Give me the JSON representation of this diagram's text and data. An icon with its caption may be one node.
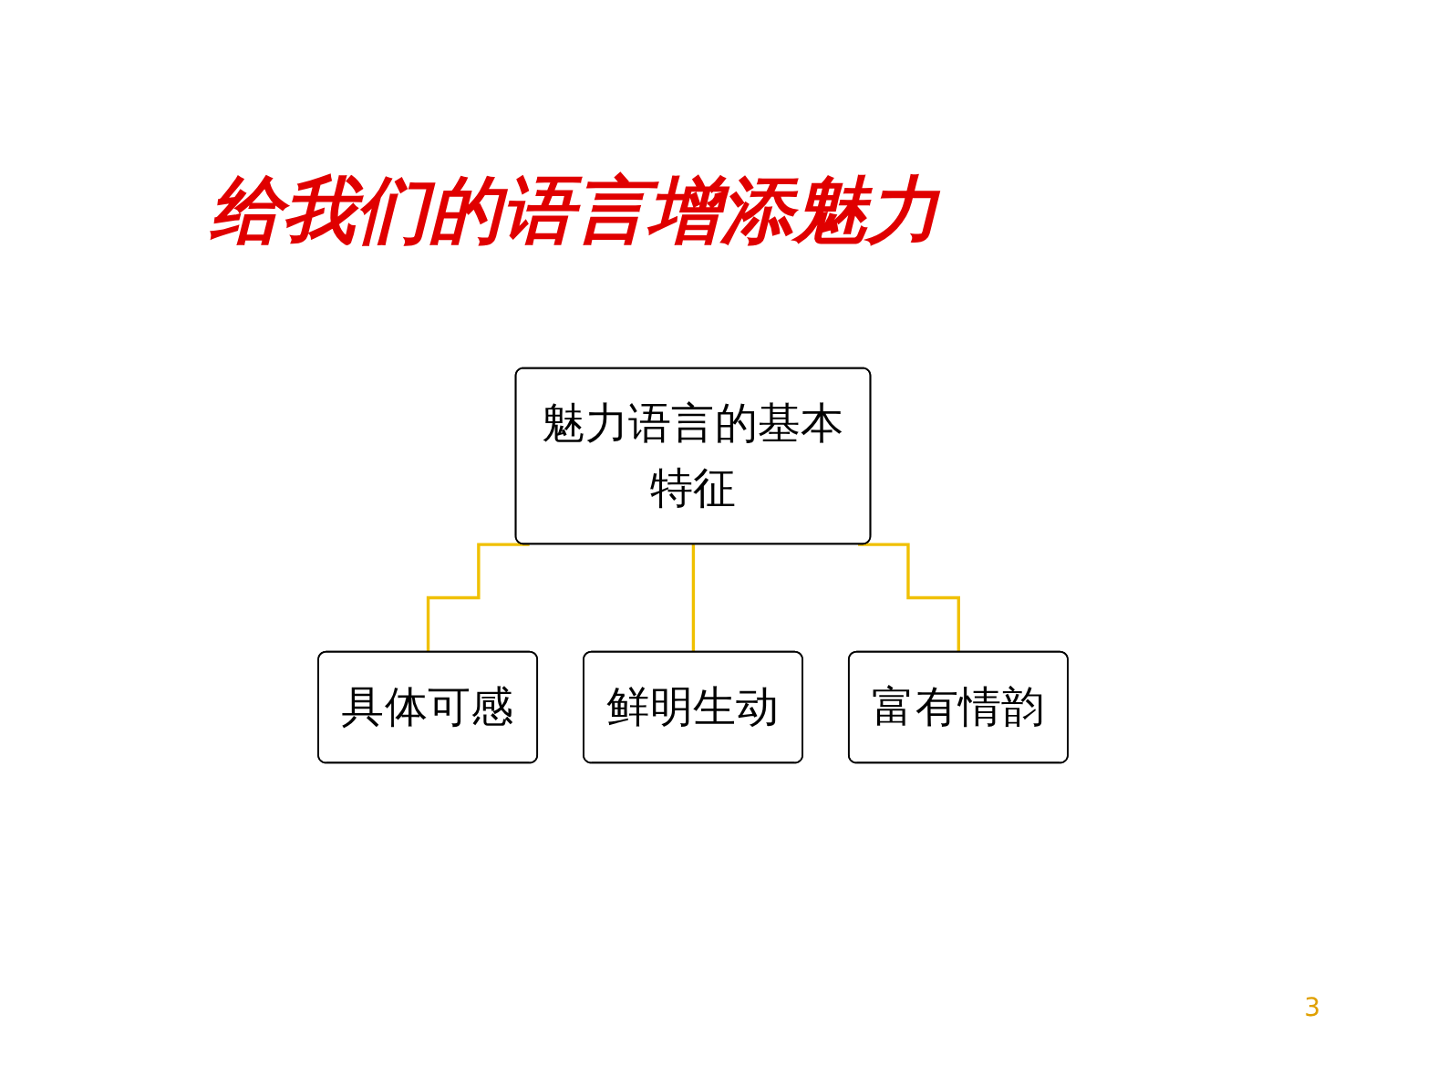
{
  "diagram": {
    "title": "给我们的语言增添魅力",
    "nodes": [
      {
        "text": [
          "魅力语言的基本特征"
        ]
      },
      {
        "text": [
          "具体可感"
        ]
      },
      {
        "text": [
          "鲜明生动"
        ]
      },
      {
        "text": [
          "富有情韵"
        ]
      }
    ],
    "edges": [
      {
        "from": 0,
        "to": 1,
        "arrow": "none"
      },
      {
        "from": 0,
        "to": 2,
        "arrow": "none"
      },
      {
        "from": 0,
        "to": 3,
        "arrow": "none"
      }
    ],
    "labels": [
      "3"
    ]
  }
}
